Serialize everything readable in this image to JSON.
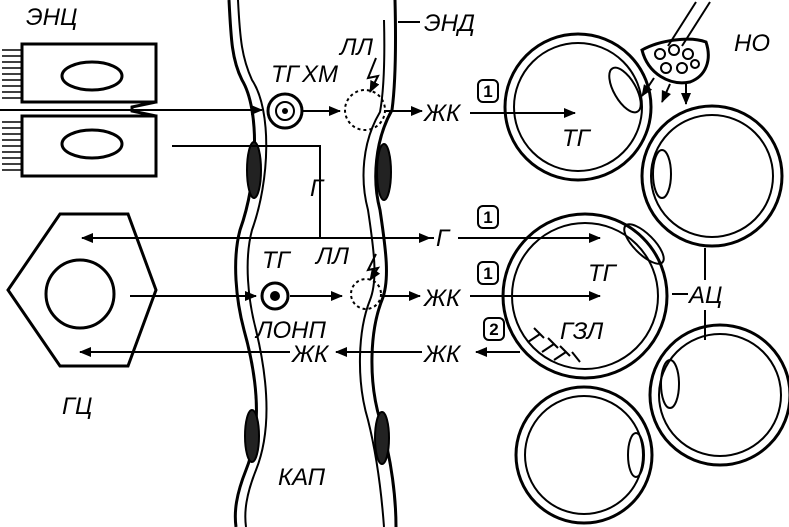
{
  "labels": {
    "enterocyte": "ЭНЦ",
    "endothelium": "ЭНД",
    "nerve_ending": "НО",
    "lipoprotein_lipase_top": "ЛЛ",
    "lipoprotein_lipase_mid": "ЛЛ",
    "triglyceride_chylomicron": "ТГ",
    "chylomicron": "ХМ",
    "fatty_acid_top": "ЖК",
    "triglyceride_top_cell": "ТГ",
    "glucose_left": "Г",
    "glucose_mid": "Г",
    "triglyceride_vldl": "ТГ",
    "vldl": "ЛОНП",
    "fatty_acid_mid": "ЖК",
    "triglyceride_mid_cell": "ТГ",
    "adipocytes": "АЦ",
    "hormone_sensitive_lipase": "ГЗЛ",
    "fatty_acid_return_right": "ЖК",
    "fatty_acid_return_left": "ЖК",
    "hepatocyte": "ГЦ",
    "capillary": "КАП"
  },
  "steps": {
    "step_top": "1",
    "step_glucose": "1",
    "step_mid": "1",
    "step_lipolysis": "2"
  }
}
